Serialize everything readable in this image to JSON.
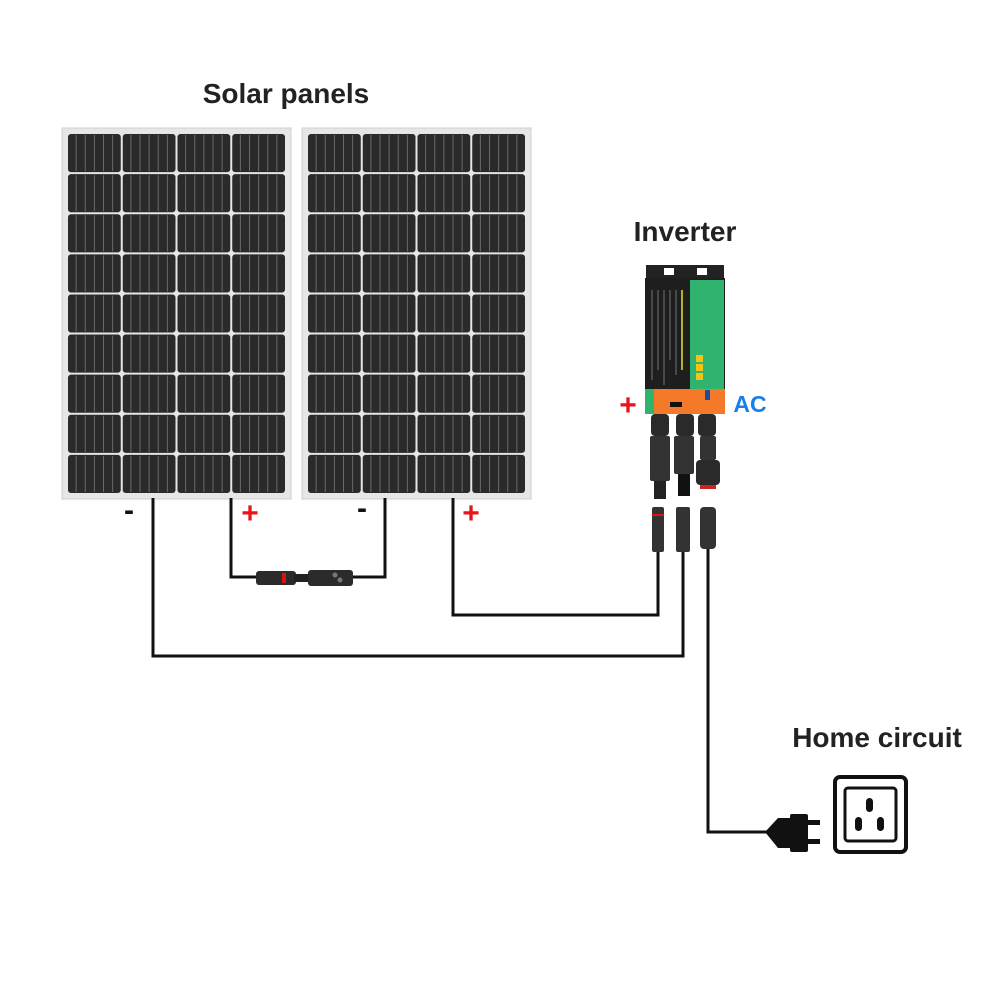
{
  "labels": {
    "solar_panels": "Solar panels",
    "inverter": "Inverter",
    "home_circuit": "Home circuit",
    "ac": "AC"
  },
  "polarity": {
    "plus": "+",
    "minus": "-"
  },
  "panels": {
    "count": 2,
    "cell_columns": 4,
    "cell_rows": 9
  },
  "colors": {
    "plus": "#e8141b",
    "ac": "#1a7fe8",
    "wire": "#111111",
    "panel_cell": "#2a2a2a",
    "inverter_green": "#2fb36e",
    "inverter_orange": "#f47a2a"
  },
  "icons": [
    "solar-panel",
    "inverter",
    "mc4-connector",
    "power-plug",
    "wall-outlet"
  ]
}
